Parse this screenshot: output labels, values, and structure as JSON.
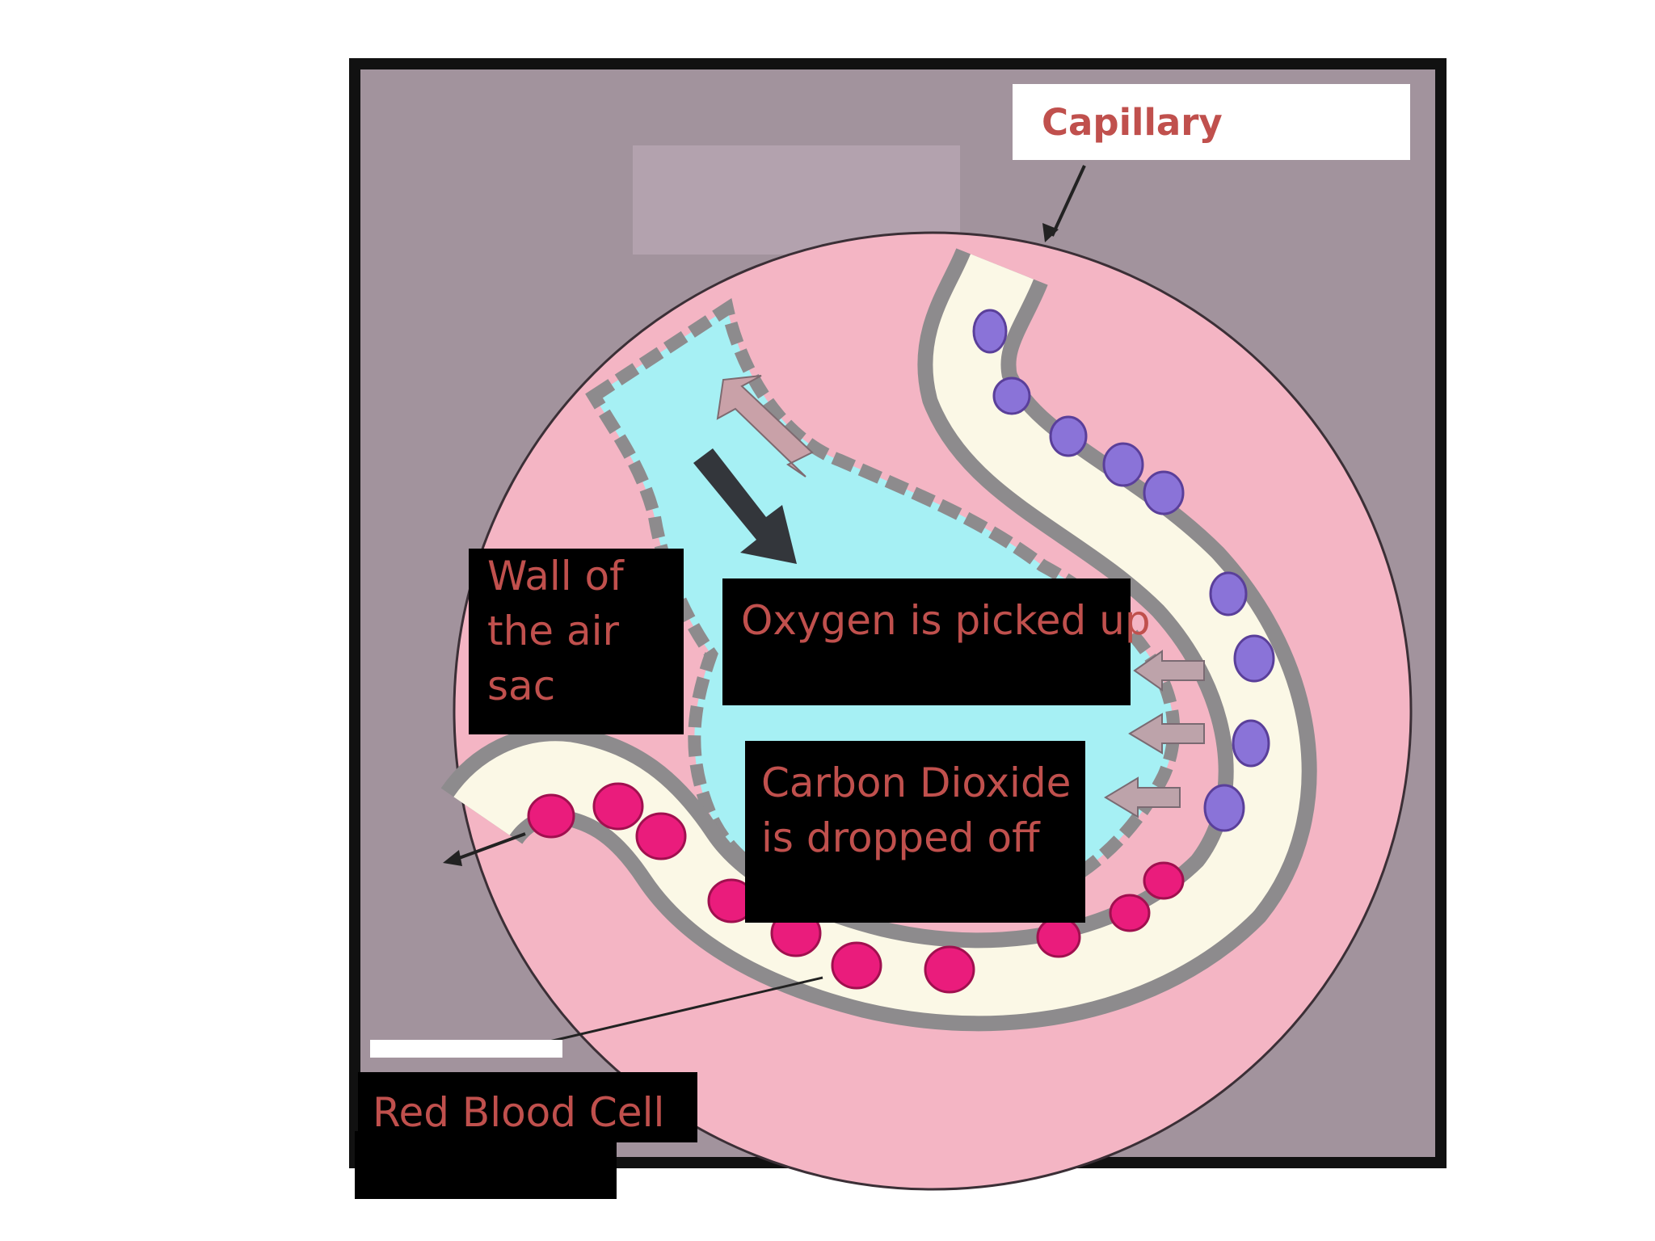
{
  "labels": {
    "capillary": "Capillary",
    "wall_of_air_sac": "Wall of\nthe air\nsac",
    "oxygen": "Oxygen is picked up",
    "carbon_dioxide": "Carbon Dioxide\nis dropped off",
    "red_blood_cell": "Red Blood Cell"
  },
  "colors": {
    "background_mauve": "#a2939d",
    "frame": "#111111",
    "alveolus_outer_pink": "#f4b5c4",
    "air_sac_blue": "#a6f0f4",
    "capillary_fill": "#fbf8e6",
    "cell_wall_gray": "#8d8b8d",
    "deoxygenated_cell": "#8a73d8",
    "oxygenated_cell": "#ea1c7c",
    "label_text": "#c0504d"
  },
  "icons": {
    "oxygen_in_arrow": "dark-down-right-arrow",
    "co2_out_arrow": "pale-up-left-arrow",
    "diffusion_arrows": "pale-left-arrows"
  }
}
